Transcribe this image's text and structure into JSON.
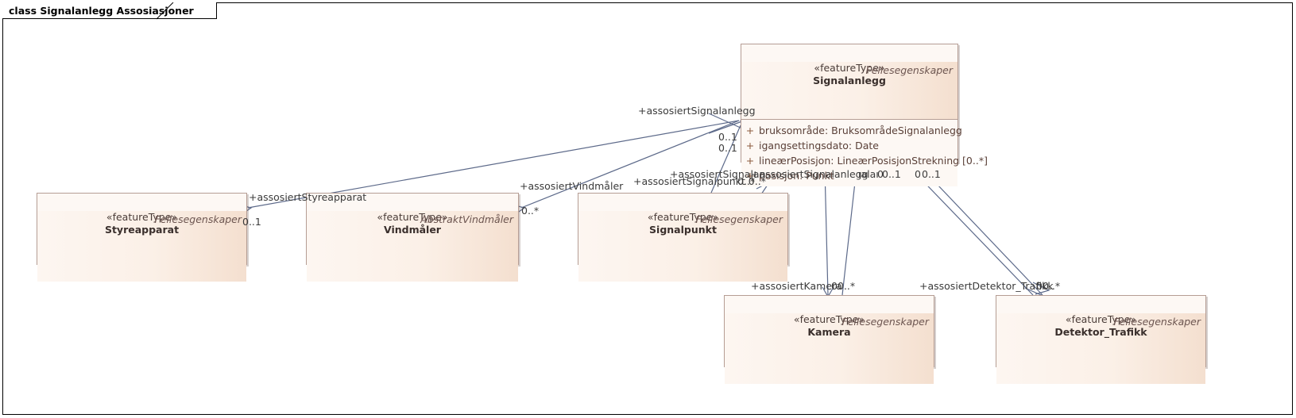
{
  "diagram": {
    "frame_title": "class Signalanlegg Assosiasjoner"
  },
  "classes": [
    {
      "id": "signalanlegg",
      "package": "Fellesegenskaper",
      "stereotype": "«featureType»",
      "name": "Signalanlegg",
      "attributes": [
        {
          "visibility": "+",
          "text": "bruksområde: BruksområdeSignalanlegg"
        },
        {
          "visibility": "+",
          "text": "igangsettingsdato: Date"
        },
        {
          "visibility": "+",
          "text": "lineærPosisjon: LineærPosisjonStrekning [0..*]"
        },
        {
          "visibility": "+",
          "text": "posisjon: Punkt"
        }
      ]
    },
    {
      "id": "styreapparat",
      "package": "Fellesegenskaper",
      "stereotype": "«featureType»",
      "name": "Styreapparat",
      "attributes": []
    },
    {
      "id": "vindmaler",
      "package": "AbstraktVindmåler",
      "stereotype": "«featureType»",
      "name": "Vindmåler",
      "attributes": []
    },
    {
      "id": "signalpunkt",
      "package": "Fellesegenskaper",
      "stereotype": "«featureType»",
      "name": "Signalpunkt",
      "attributes": []
    },
    {
      "id": "kamera",
      "package": "Fellesegenskaper",
      "stereotype": "«featureType»",
      "name": "Kamera",
      "attributes": []
    },
    {
      "id": "detektor_trafikk",
      "package": "Fellesegenskaper",
      "stereotype": "«featureType»",
      "name": "Detektor_Trafikk",
      "attributes": []
    }
  ],
  "connector_labels": [
    {
      "id": "l1",
      "text": "+assosiertSignalanlegg"
    },
    {
      "id": "l2",
      "text": "+assosiertStyreapparat"
    },
    {
      "id": "l3",
      "text": "+assosiertVindmåler"
    },
    {
      "id": "l4",
      "text": "+assosiertSignalpunkt  0..*"
    },
    {
      "id": "l5",
      "text": "+assosiertSignalan"
    },
    {
      "id": "l6",
      "text": "+assosiertSignalanlegg"
    },
    {
      "id": "l7",
      "text": "ıalaı"
    },
    {
      "id": "l8",
      "text": "+assosiertKamera"
    },
    {
      "id": "l9",
      "text": "+assosiertDetektor_Trafikk"
    }
  ],
  "multiplicities": [
    {
      "id": "m1",
      "text": "0..1"
    },
    {
      "id": "m2",
      "text": "0..1"
    },
    {
      "id": "m3",
      "text": "0..1"
    },
    {
      "id": "m4",
      "text": "0..1"
    },
    {
      "id": "m5",
      "text": "0..1"
    },
    {
      "id": "m6",
      "text": "0..*"
    },
    {
      "id": "m7",
      "text": "0..*"
    },
    {
      "id": "m8",
      "text": "0..*"
    },
    {
      "id": "m9",
      "text": "0..*"
    },
    {
      "id": "m10",
      "text": "0"
    },
    {
      "id": "m11",
      "text": "0"
    },
    {
      "id": "m12",
      "text": "0"
    },
    {
      "id": "m13",
      "text": "0"
    }
  ]
}
